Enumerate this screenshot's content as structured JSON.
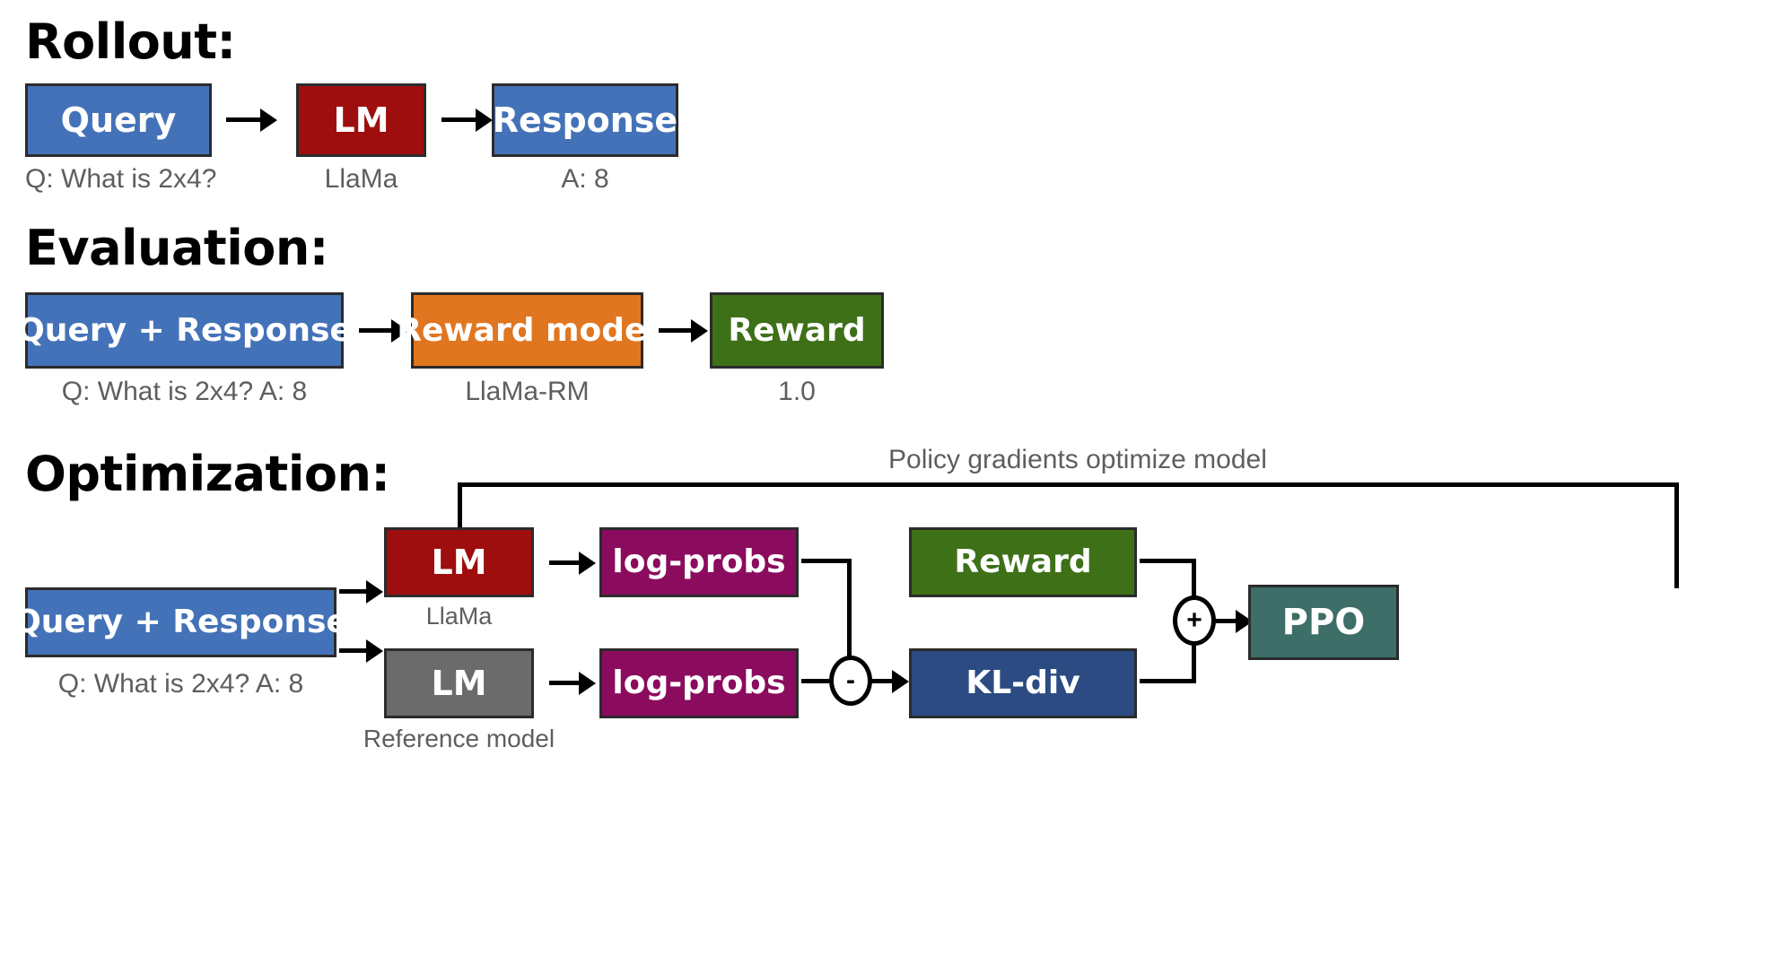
{
  "colors": {
    "blue": "#4472B8",
    "dark_red": "#9E0E0E",
    "orange": "#E0761F",
    "green": "#3E7018",
    "purple": "#8B0B5E",
    "navy": "#2B4B82",
    "teal": "#3D6E68",
    "gray": "#6B6B6B",
    "outline": "#2b2b2b",
    "caption": "#5e5e5e",
    "connector": "#000000"
  },
  "sections": {
    "rollout": {
      "title": "Rollout:",
      "nodes": [
        {
          "label": "Query",
          "caption": "Q: What is 2x4?",
          "color": "blue"
        },
        {
          "label": "LM",
          "caption": "LlaMa",
          "color": "dark_red"
        },
        {
          "label": "Response",
          "caption": "A: 8",
          "color": "blue"
        }
      ]
    },
    "evaluation": {
      "title": "Evaluation:",
      "nodes": [
        {
          "label": "Query + Response",
          "caption": "Q: What is 2x4? A: 8",
          "color": "blue"
        },
        {
          "label": "Reward model",
          "caption": "LlaMa-RM",
          "color": "orange"
        },
        {
          "label": "Reward",
          "caption": "1.0",
          "color": "green"
        }
      ]
    },
    "optimization": {
      "title": "Optimization:",
      "feedback_label": "Policy gradients optimize model",
      "nodes": {
        "query_response": {
          "label": "Query + Response",
          "caption": "Q: What is 2x4? A: 8",
          "color": "blue"
        },
        "policy_lm": {
          "label": "LM",
          "caption": "LlaMa",
          "color": "dark_red"
        },
        "reference_lm": {
          "label": "LM",
          "caption": "Reference model",
          "color": "gray"
        },
        "logprobs_top": {
          "label": "log-probs",
          "caption": "",
          "color": "purple"
        },
        "logprobs_bot": {
          "label": "log-probs",
          "caption": "",
          "color": "purple"
        },
        "reward": {
          "label": "Reward",
          "caption": "",
          "color": "green"
        },
        "kl_div": {
          "label": "KL-div",
          "caption": "",
          "color": "navy"
        },
        "ppo": {
          "label": "PPO",
          "caption": "",
          "color": "teal"
        }
      },
      "operators": {
        "minus": "-",
        "plus": "+"
      }
    }
  }
}
